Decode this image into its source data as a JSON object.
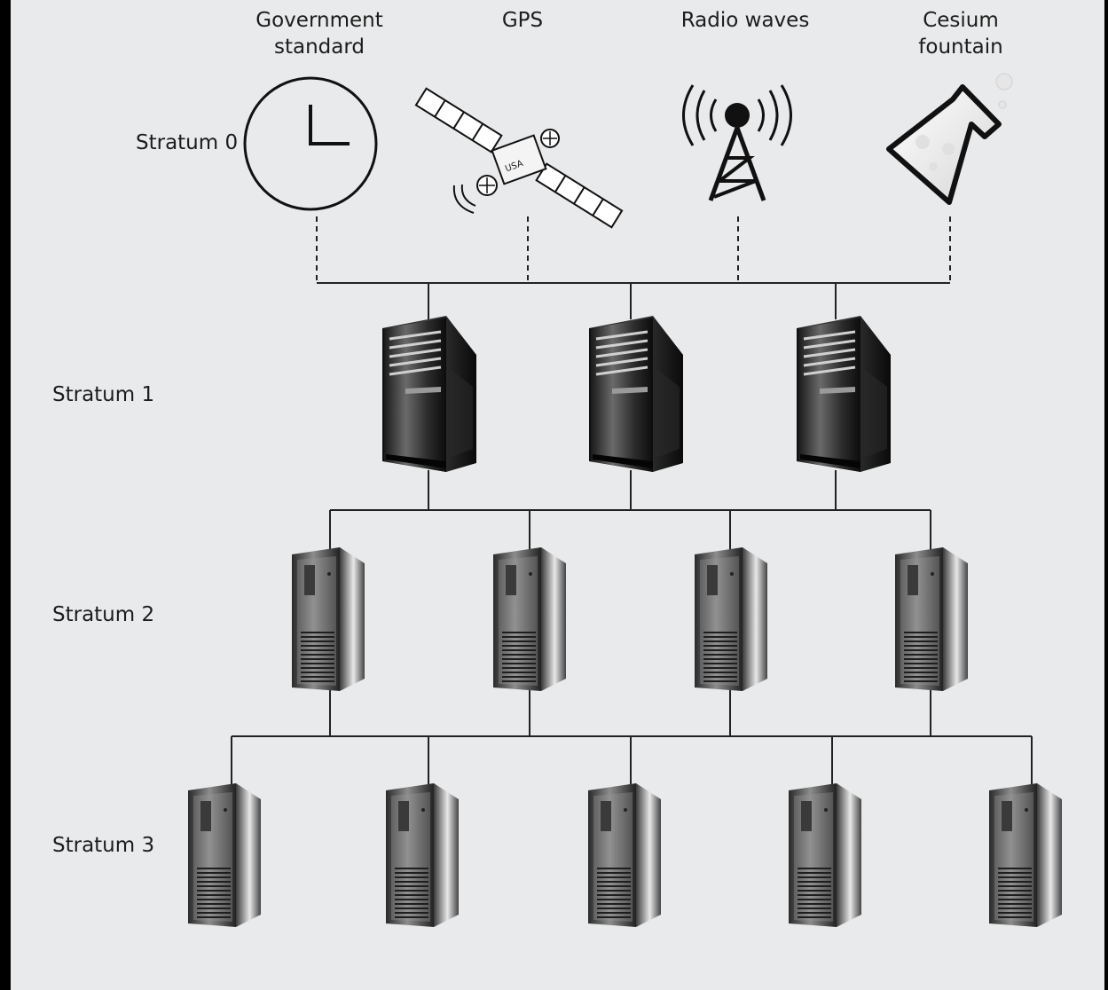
{
  "sources": [
    {
      "line1": "Government",
      "line2": "standard",
      "icon": "clock-icon"
    },
    {
      "line1": "GPS",
      "line2": "",
      "icon": "satellite-icon"
    },
    {
      "line1": "Radio waves",
      "line2": "",
      "icon": "radio-tower-icon"
    },
    {
      "line1": "Cesium",
      "line2": "fountain",
      "icon": "flask-icon"
    }
  ],
  "strata": {
    "s0": "Stratum 0",
    "s1": "Stratum 1",
    "s2": "Stratum 2",
    "s3": "Stratum 3"
  },
  "satellite_mark": "USA"
}
